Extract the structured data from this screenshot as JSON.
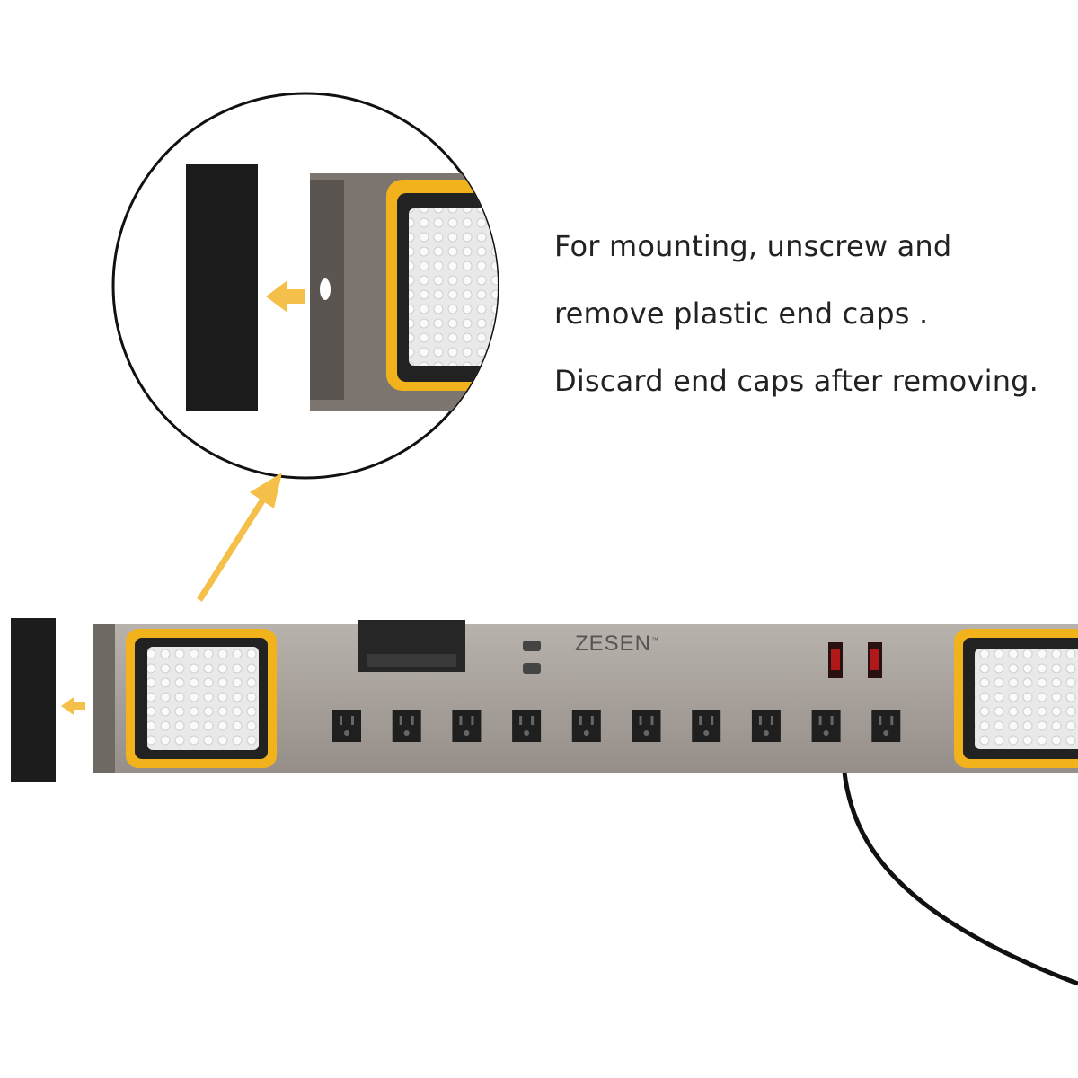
{
  "instructions": {
    "line1": "For mounting, unscrew and",
    "line2": "remove plastic end caps .",
    "line3": "Discard end caps after removing."
  },
  "product": {
    "brand": "ZESEN",
    "trademark": "™",
    "outlet_count": 10,
    "switch_count": 2,
    "colors": {
      "accent": "#f2b21c",
      "body": "#a9a29c",
      "cap": "#1c1c1c"
    }
  }
}
